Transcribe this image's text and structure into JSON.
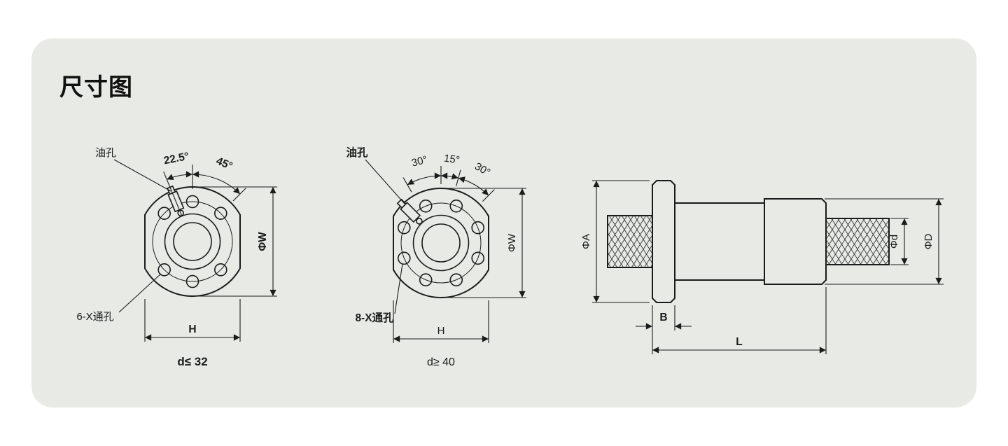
{
  "title": "尺寸图",
  "colors": {
    "panel": "#e8eae6",
    "line": "#1b1b1b"
  },
  "flange_small": {
    "oil_hole": "油孔",
    "angle_1": "22.5°",
    "angle_2": "45°",
    "dia": "ΦW",
    "width": "H",
    "holes": "6-X通孔",
    "caption": "d≤ 32"
  },
  "flange_large": {
    "oil_hole": "油孔",
    "angle_1": "30°",
    "angle_2": "15°",
    "angle_3": "30°",
    "dia": "ΦW",
    "width": "H",
    "holes": "8-X通孔",
    "caption": "d≥ 40"
  },
  "side_view": {
    "flange_dia": "ΦA",
    "screw_dia": "Φd",
    "nut_dia": "ΦD",
    "flange_width": "B",
    "length": "L"
  }
}
